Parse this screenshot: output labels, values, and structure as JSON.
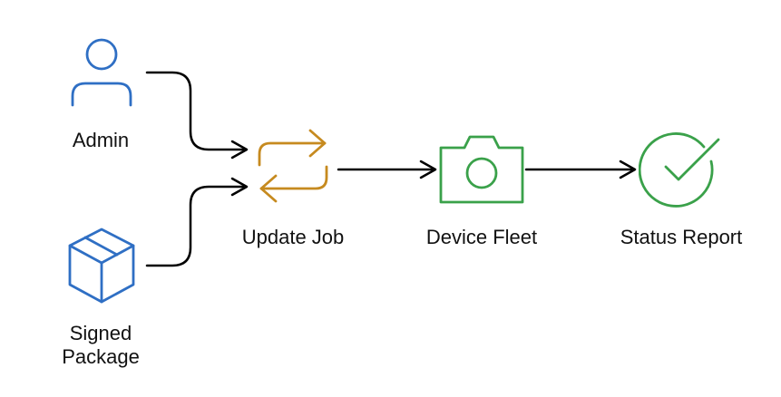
{
  "nodes": {
    "admin": {
      "label": "Admin",
      "icon": "user-icon",
      "color": "#2f6fc4"
    },
    "signed_package": {
      "label_line1": "Signed",
      "label_line2": "Package",
      "icon": "package-box-icon",
      "color": "#2f6fc4"
    },
    "update_job": {
      "label": "Update Job",
      "icon": "sync-arrows-icon",
      "color": "#c68a1f"
    },
    "device_fleet": {
      "label": "Device Fleet",
      "icon": "camera-icon",
      "color": "#3aa14a"
    },
    "status_report": {
      "label": "Status Report",
      "icon": "check-circle-icon",
      "color": "#3aa14a"
    }
  },
  "connectors": [
    {
      "from": "Admin",
      "to": "Update Job"
    },
    {
      "from": "Signed Package",
      "to": "Update Job"
    },
    {
      "from": "Update Job",
      "to": "Device Fleet"
    },
    {
      "from": "Device Fleet",
      "to": "Status Report"
    }
  ],
  "connector_color": "#000000"
}
